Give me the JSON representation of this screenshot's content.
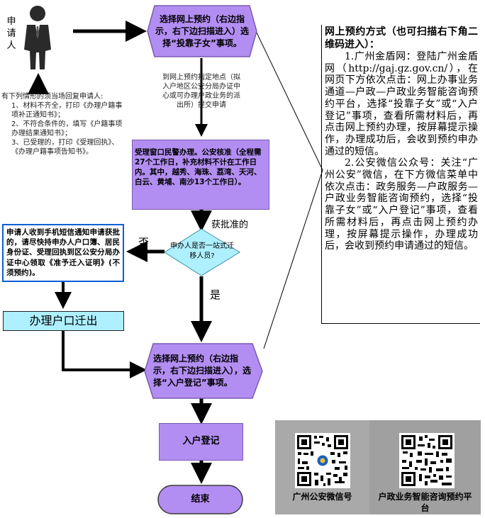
{
  "applicant_label": "申请人",
  "step_online": "选择网上预约（右边指示，右下边扫描进入）选择“投靠子女”事项。",
  "step_submit_note": "到网上预约指定地点（拟入户地区公安分局办证中心或可办理户政业务的派出所）提交申请",
  "left_note": {
    "title": "有下列情形的须当场回复申请人:",
    "item1": "1、材料不齐全，打印《办理户籍事项补正通知书》；",
    "item2": "2、不符合条件的，填写《户籍事项办理结果通知书》；",
    "item3": "3、已受理的，打印《受理回执》、《办理户籍事项告知书》。"
  },
  "step_accept": "受理窗口民警办理。公安核准（全程需27个工作日，补充材料不计在工作日内。其中，越秀、海珠、荔湾、天河、白云、黄埔、南沙13个工作日）。",
  "label_approved": "获批准的",
  "decision": "申办人是否一站式迁移人员?",
  "label_no": "否",
  "label_yes": "是",
  "step_sms": "申请人收到手机短信通知申请获批的，请尽快持申办人户口簿、居民身份证、受理回执到区公安分局办证中心领取《准予迁入证明》(不须预约)。",
  "step_moveout": "办理户口迁出",
  "step_online2": "选择网上预约（右边指示，右下边扫描进入），选择“入户登记”事项。",
  "step_register": "入户登记",
  "step_end": "结束",
  "right_panel": {
    "title": "网上预约方式（也可扫描右下角二维码进入）：",
    "para1": "1.广州金盾网：登陆广州金盾网（http://gaj.gz.gov.cn/），在网页下方依次点击：网上办事业务通道—户政—户政业务智能咨询预约平台，选择“投靠子女”或“入户登记”事项，查看所需材料后，再点击网上预约办理，按屏幕提示操作，办理成功后，会收到预约申办通过的短信。",
    "para2": "2.公安微信公众号：关注“广州公安”微信，在下方微信菜单中依次点击：政务服务—户政服务—户政业务智能咨询预约，选择“投靠子女”或“入户登记”事项，查看所需材料后，再点击网上预约办理，按屏幕提示操作，办理成功后，会收到预约申请通过的短信。"
  },
  "qr": {
    "left_caption": "广州公安微信号",
    "right_caption": "户政业务智能咨询预约平台"
  },
  "colors": {
    "process_fill": "#b38ef2",
    "decision_fill": "#aef0ff",
    "sms_border": "#0b5fd6",
    "qr_bg": "#a6a6a6"
  }
}
